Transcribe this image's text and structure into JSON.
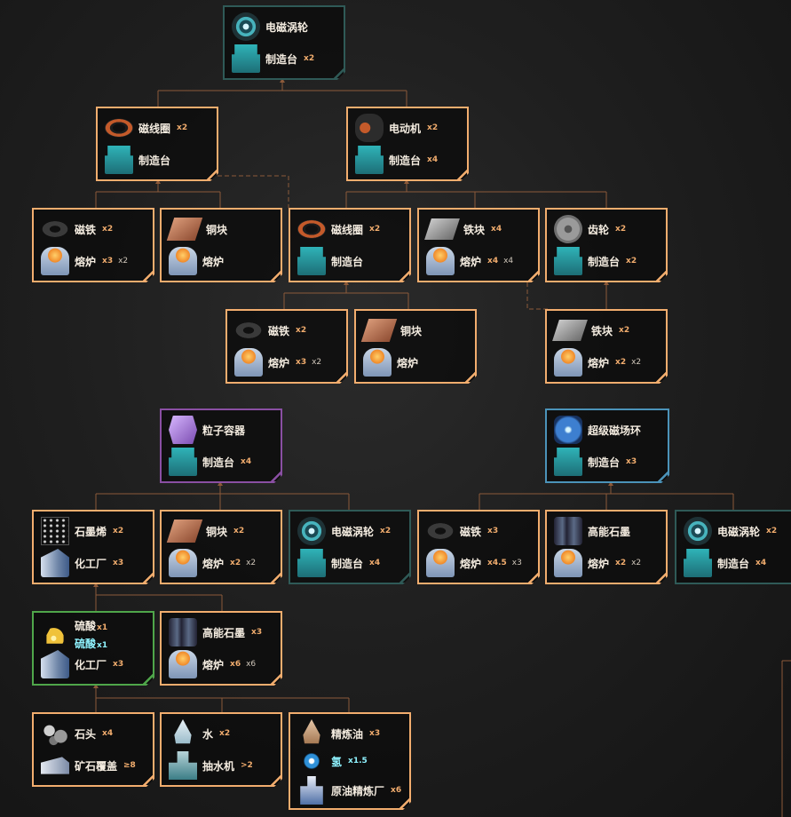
{
  "tree": {
    "electromagnetic_turbine": {
      "name": "电磁涡轮",
      "machine": "制造台",
      "machine_qty": "x2"
    },
    "coil_l1": {
      "name": "磁线圈",
      "qty": "x2",
      "machine": "制造台"
    },
    "motor": {
      "name": "电动机",
      "qty": "x2",
      "machine": "制造台",
      "machine_qty": "x4"
    },
    "magnet_l2a": {
      "name": "磁铁",
      "qty": "x2",
      "machine": "熔炉",
      "machine_qty": "x3",
      "extra": "x2"
    },
    "copper_l2a": {
      "name": "铜块",
      "machine": "熔炉"
    },
    "coil_l2": {
      "name": "磁线圈",
      "qty": "x2",
      "machine": "制造台"
    },
    "iron_l2": {
      "name": "铁块",
      "qty": "x4",
      "machine": "熔炉",
      "machine_qty": "x4",
      "extra": "x4"
    },
    "gear_l2": {
      "name": "齿轮",
      "qty": "x2",
      "machine": "制造台",
      "machine_qty": "x2"
    },
    "magnet_l3": {
      "name": "磁铁",
      "qty": "x2",
      "machine": "熔炉",
      "machine_qty": "x3",
      "extra": "x2"
    },
    "copper_l3": {
      "name": "铜块",
      "machine": "熔炉"
    },
    "iron_l3": {
      "name": "铁块",
      "qty": "x2",
      "machine": "熔炉",
      "machine_qty": "x2",
      "extra": "x2"
    },
    "particle_container": {
      "name": "粒子容器",
      "machine": "制造台",
      "machine_qty": "x4"
    },
    "super_magnetic_ring": {
      "name": "超级磁场环",
      "machine": "制造台",
      "machine_qty": "x3"
    },
    "graphene": {
      "name": "石墨烯",
      "qty": "x2",
      "machine": "化工厂",
      "machine_qty": "x3"
    },
    "copper_b": {
      "name": "铜块",
      "qty": "x2",
      "machine": "熔炉",
      "machine_qty": "x2",
      "extra": "x2"
    },
    "turbine_b1": {
      "name": "电磁涡轮",
      "qty": "x2",
      "machine": "制造台",
      "machine_qty": "x4"
    },
    "magnet_b": {
      "name": "磁铁",
      "qty": "x3",
      "machine": "熔炉",
      "machine_qty": "x4.5",
      "extra": "x3"
    },
    "graphite_b": {
      "name": "高能石墨",
      "machine": "熔炉",
      "machine_qty": "x2",
      "extra": "x2"
    },
    "turbine_b2": {
      "name": "电磁涡轮",
      "qty": "x2",
      "machine": "制造台",
      "machine_qty": "x4"
    },
    "sulfuric": {
      "name": "硫酸",
      "qty": "x1",
      "sub": "硫酸",
      "sub_qty": "x1",
      "machine": "化工厂",
      "machine_qty": "x3"
    },
    "graphite_c": {
      "name": "高能石墨",
      "qty": "x3",
      "machine": "熔炉",
      "machine_qty": "x6",
      "extra": "x6"
    },
    "stone": {
      "name": "石头",
      "qty": "x4",
      "machine": "矿石覆盖",
      "machine_qty": "≥8"
    },
    "water": {
      "name": "水",
      "qty": "x2",
      "machine": "抽水机",
      "machine_qty": ">2"
    },
    "refined_oil": {
      "name": "精炼油",
      "qty": "x3",
      "sub": "氢",
      "sub_qty": "x1.5",
      "machine": "原油精炼厂",
      "machine_qty": "x6"
    }
  },
  "colors": {
    "orange": "#f2ad6e",
    "teal": "#2f5a57",
    "purple": "#8a4fa3",
    "blue": "#4b93b9",
    "green": "#4fa64a",
    "wire": "#8c5a3a"
  }
}
